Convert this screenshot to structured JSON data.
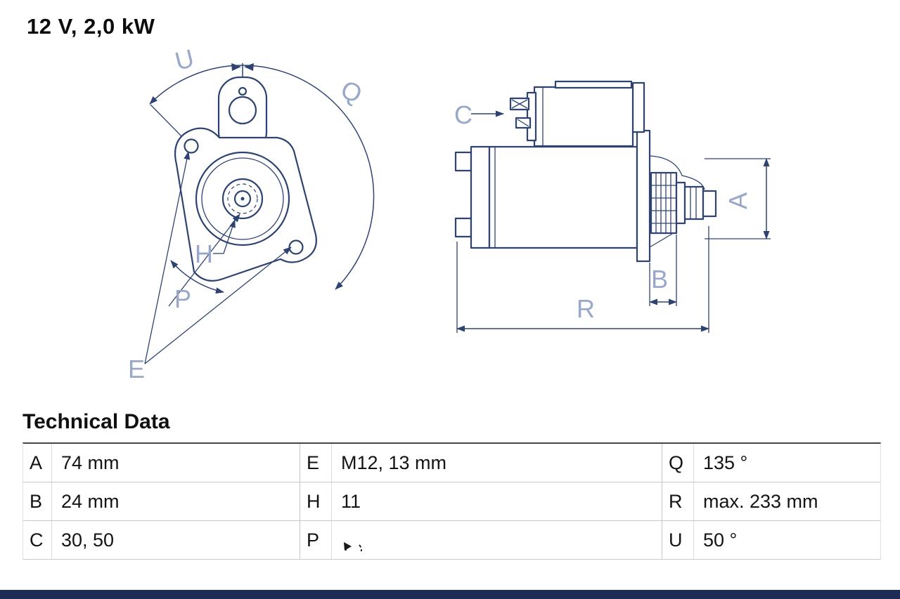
{
  "header": {
    "title": "12 V, 2,0 kW"
  },
  "diagram": {
    "line_color": "#2e4372",
    "label_color": "#98a7ca",
    "front_labels": {
      "u": "U",
      "q": "Q",
      "h": "H",
      "p": "P",
      "e": "E"
    },
    "side_labels": {
      "c": "C",
      "a": "A",
      "b": "B",
      "r": "R"
    }
  },
  "technical_data": {
    "title": "Technical Data",
    "rows": [
      {
        "cells": [
          {
            "key": "A",
            "value": "74 mm"
          },
          {
            "key": "E",
            "value": "M12, 13 mm"
          },
          {
            "key": "Q",
            "value": "135 °"
          }
        ]
      },
      {
        "cells": [
          {
            "key": "B",
            "value": "24 mm"
          },
          {
            "key": "H",
            "value": "11"
          },
          {
            "key": "R",
            "value": "max. 233 mm"
          }
        ]
      },
      {
        "cells": [
          {
            "key": "C",
            "value": "30, 50"
          },
          {
            "key": "P",
            "value": "",
            "icon": "counterclockwise-rotation-icon"
          },
          {
            "key": "U",
            "value": "50 °"
          }
        ]
      }
    ]
  },
  "footer": {
    "bar_color": "#1d2c55"
  }
}
